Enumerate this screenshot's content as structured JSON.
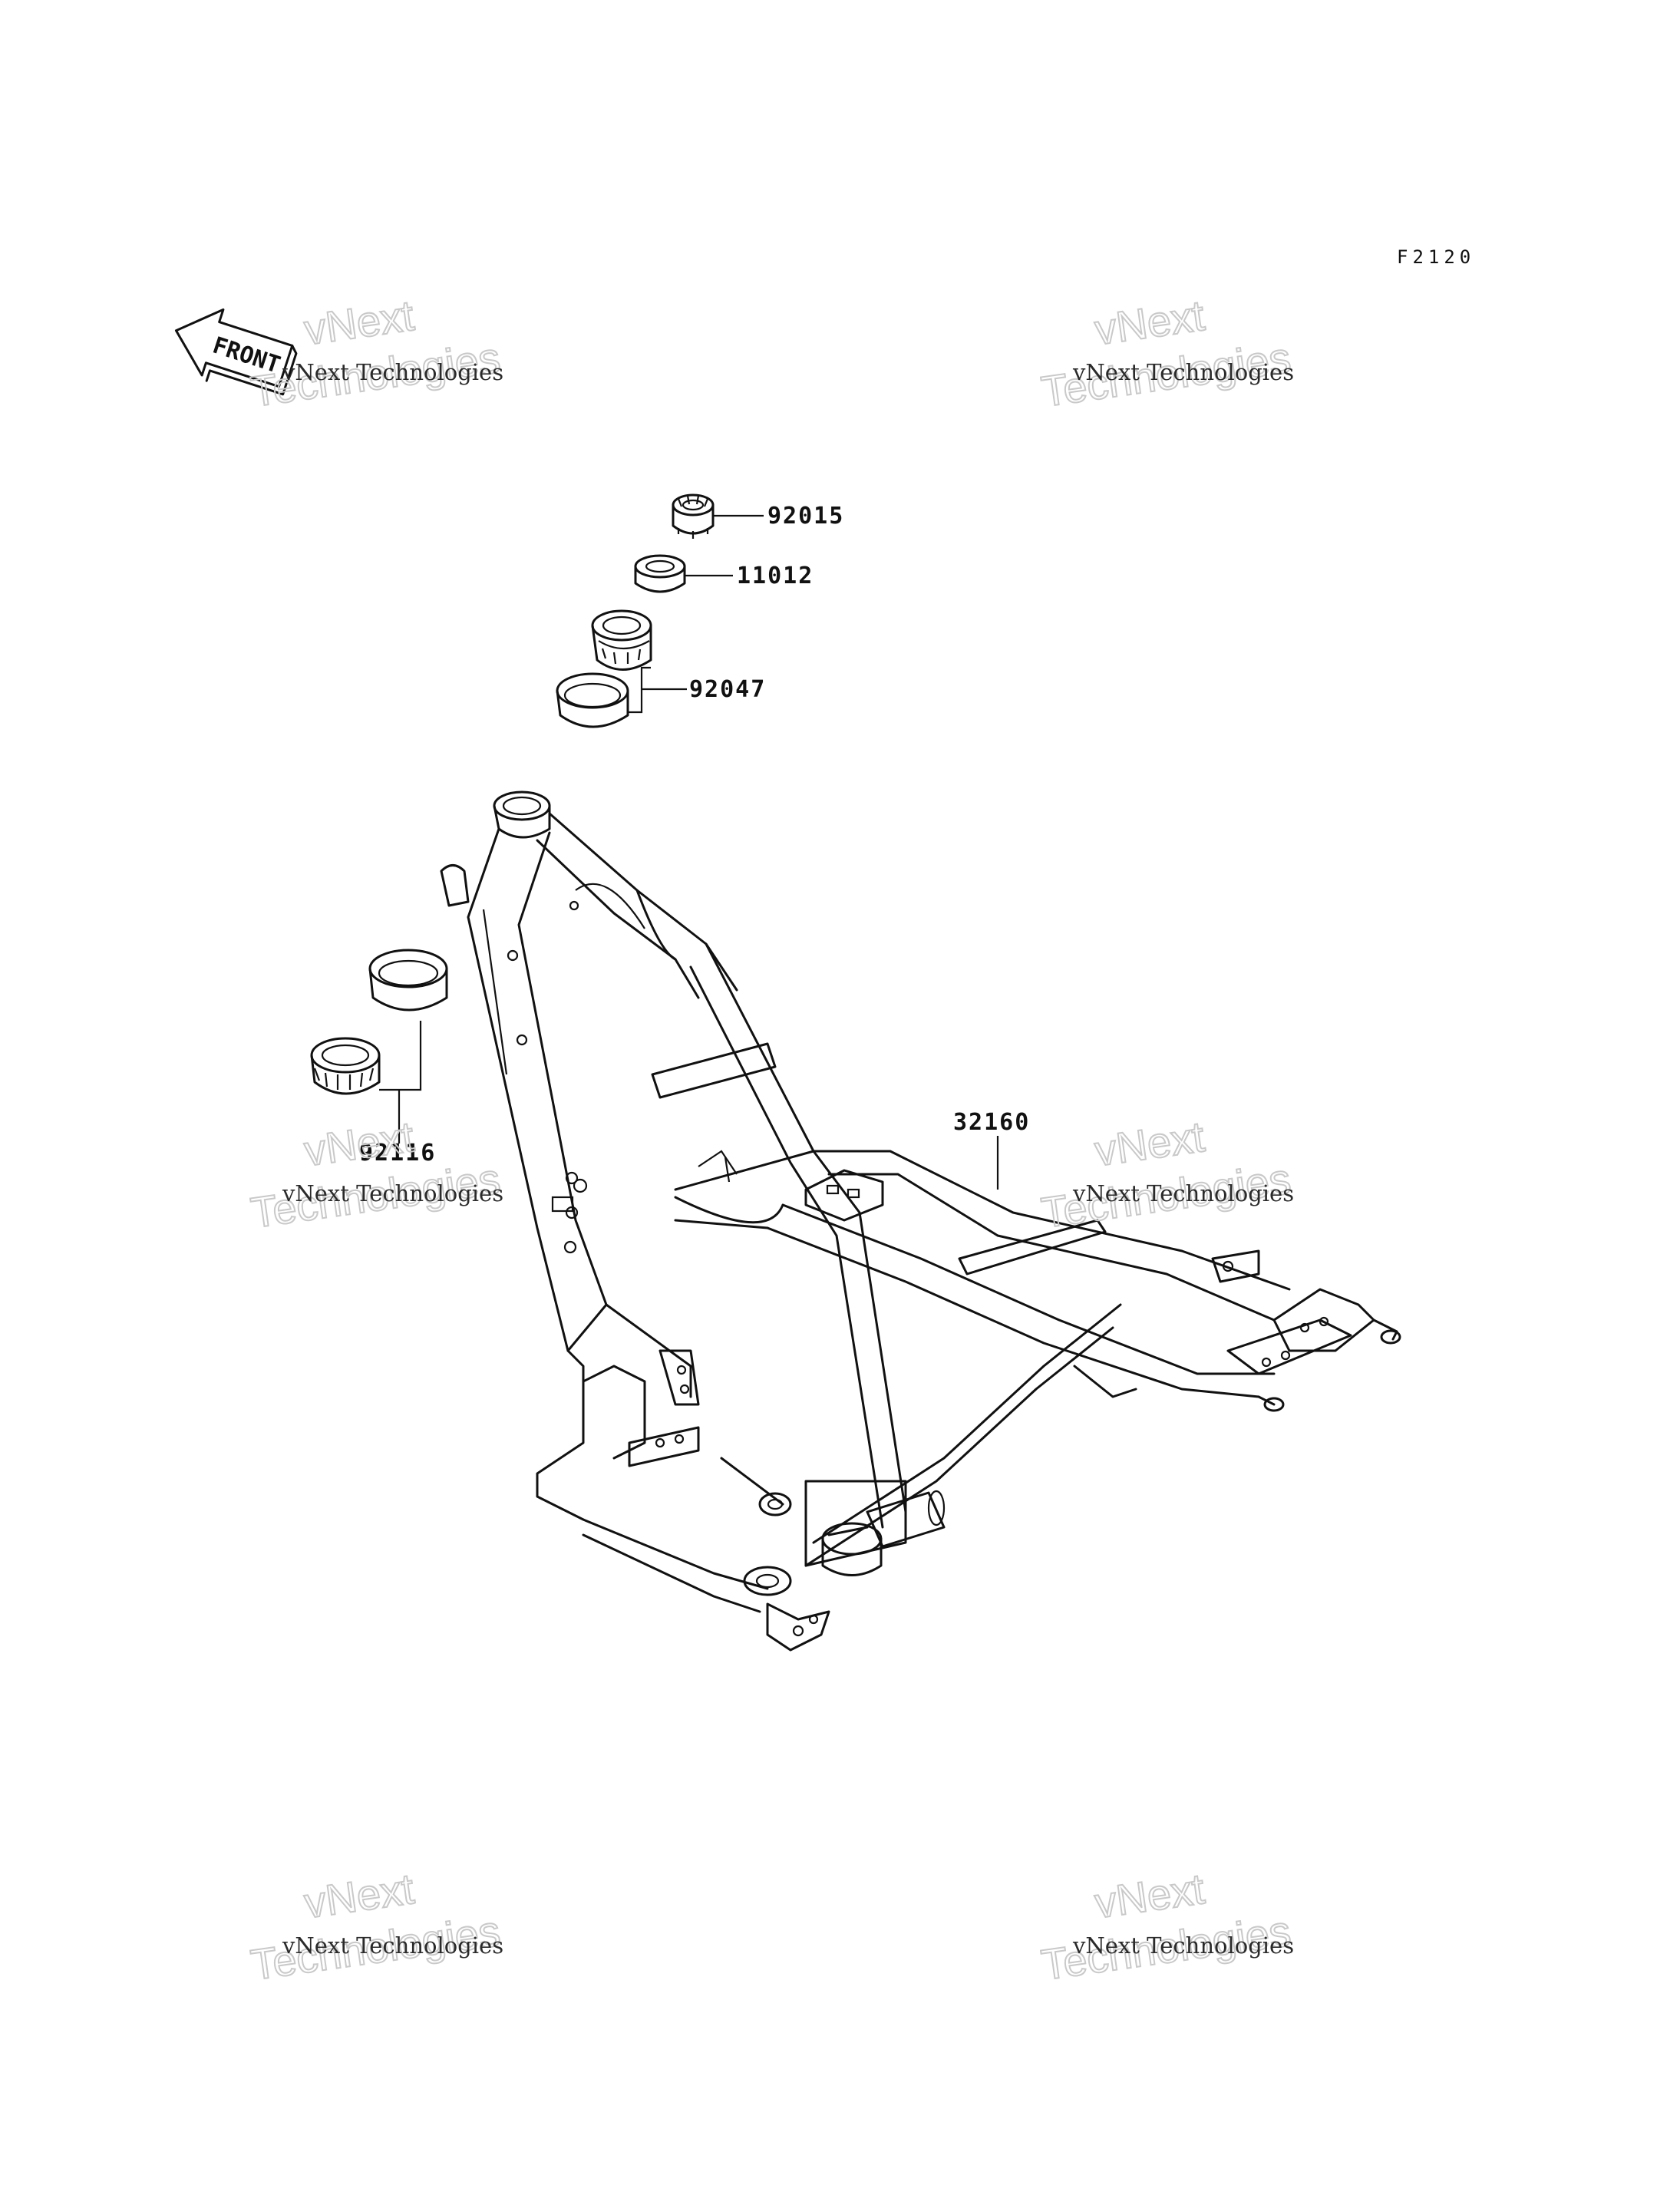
{
  "figure_code": "F2120",
  "front_label": "FRONT",
  "parts": [
    {
      "id": "92015",
      "label": "92015"
    },
    {
      "id": "11012",
      "label": "11012"
    },
    {
      "id": "92047",
      "label": "92047"
    },
    {
      "id": "92116",
      "label": "92116"
    },
    {
      "id": "32160",
      "label": "32160"
    }
  ],
  "watermark": {
    "small": "vNext Technologies",
    "big_line1": "vNext",
    "big_line2": "Technologies"
  }
}
